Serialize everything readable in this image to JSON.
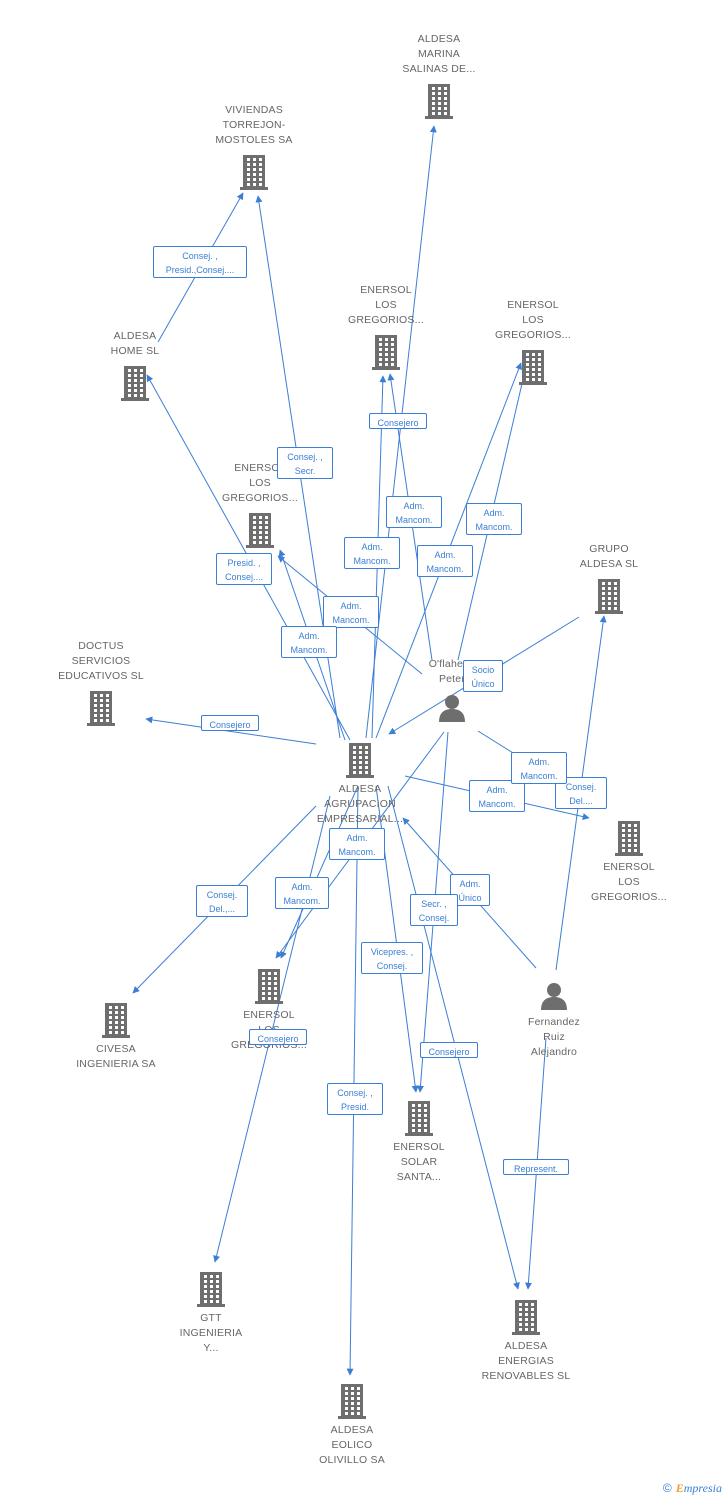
{
  "nodes": [
    {
      "id": "aldesa_agrupacion",
      "type": "company",
      "lines": [
        "ALDESA",
        "AGRUPACION",
        "EMPRESARIAL..."
      ]
    },
    {
      "id": "viviendas",
      "type": "company",
      "lines": [
        "VIVIENDAS",
        "TORREJON-",
        "MOSTOLES SA"
      ]
    },
    {
      "id": "aldesa_marina",
      "type": "company",
      "lines": [
        "ALDESA",
        "MARINA",
        "SALINAS DE..."
      ]
    },
    {
      "id": "aldesa_home",
      "type": "company",
      "lines": [
        "ALDESA",
        "HOME SL"
      ]
    },
    {
      "id": "enersol_1",
      "type": "company",
      "lines": [
        "ENERSOL",
        "LOS",
        "GREGORIOS..."
      ]
    },
    {
      "id": "enersol_2",
      "type": "company",
      "lines": [
        "ENERSOL",
        "LOS",
        "GREGORIOS..."
      ]
    },
    {
      "id": "enersol_3",
      "type": "company",
      "lines": [
        "ENERSOL",
        "LOS",
        "GREGORIOS..."
      ]
    },
    {
      "id": "grupo_aldesa",
      "type": "company",
      "lines": [
        "GRUPO",
        "ALDESA SL"
      ]
    },
    {
      "id": "doctus",
      "type": "company",
      "lines": [
        "DOCTUS",
        "SERVICIOS",
        "EDUCATIVOS SL"
      ]
    },
    {
      "id": "oflaherty",
      "type": "person",
      "lines": [
        "O'flaherty",
        "Peter"
      ]
    },
    {
      "id": "enersol_4",
      "type": "company",
      "lines": [
        "ENERSOL",
        "LOS",
        "GREGORIOS..."
      ]
    },
    {
      "id": "civesa",
      "type": "company",
      "lines": [
        "CIVESA",
        "INGENIERIA SA"
      ]
    },
    {
      "id": "enersol_5",
      "type": "company",
      "lines": [
        "ENERSOL",
        "LOS",
        "GREGORIOS..."
      ]
    },
    {
      "id": "fernandez",
      "type": "person",
      "lines": [
        "Fernandez",
        "Ruiz",
        "Alejandro"
      ]
    },
    {
      "id": "enersol_solar",
      "type": "company",
      "lines": [
        "ENERSOL",
        "SOLAR",
        "SANTA..."
      ]
    },
    {
      "id": "gtt",
      "type": "company",
      "lines": [
        "GTT",
        "INGENIERIA",
        "Y..."
      ]
    },
    {
      "id": "aldesa_energias",
      "type": "company",
      "lines": [
        "ALDESA",
        "ENERGIAS",
        "RENOVABLES SL"
      ]
    },
    {
      "id": "aldesa_eolico",
      "type": "company",
      "lines": [
        "ALDESA",
        "EOLICO",
        "OLIVILLO SA"
      ]
    }
  ],
  "edges": [
    {
      "from": "aldesa_agrupacion",
      "to": "viviendas",
      "role": [
        "Consej. ,",
        "Secr."
      ]
    },
    {
      "from": "aldesa_agrupacion",
      "to": "aldesa_marina",
      "role": [
        "Adm.",
        "Mancom."
      ]
    },
    {
      "from": "aldesa_agrupacion",
      "to": "aldesa_home",
      "role": [
        "Presid. ,",
        "Consej...."
      ]
    },
    {
      "from": "aldesa_home",
      "to": "viviendas",
      "role": [
        "Consej. ,",
        "Presid.,Consej...."
      ]
    },
    {
      "from": "aldesa_agrupacion",
      "to": "enersol_1",
      "role": [
        "Adm.",
        "Mancom."
      ]
    },
    {
      "from": "oflaherty",
      "to": "enersol_1",
      "role": [
        "Consejero"
      ]
    },
    {
      "from": "aldesa_agrupacion",
      "to": "enersol_2",
      "role": [
        "Adm.",
        "Mancom."
      ]
    },
    {
      "from": "oflaherty",
      "to": "enersol_2",
      "role": [
        "Adm.",
        "Mancom."
      ]
    },
    {
      "from": "aldesa_agrupacion",
      "to": "enersol_3",
      "role": [
        "Adm.",
        "Mancom."
      ]
    },
    {
      "from": "oflaherty",
      "to": "enersol_3",
      "role": [
        "Adm.",
        "Mancom."
      ]
    },
    {
      "from": "aldesa_agrupacion",
      "to": "doctus",
      "role": [
        "Consejero"
      ]
    },
    {
      "from": "oflaherty",
      "to": "aldesa_agrupacion",
      "role": [
        "Socio",
        "Único"
      ]
    },
    {
      "from": "fernandez",
      "to": "grupo_aldesa",
      "role": [
        "Consej.",
        "Del...."
      ]
    },
    {
      "from": "aldesa_agrupacion",
      "to": "enersol_4",
      "role": [
        "Adm.",
        "Mancom."
      ]
    },
    {
      "from": "oflaherty",
      "to": "enersol_4",
      "role": [
        "Adm.",
        "Mancom."
      ]
    },
    {
      "from": "aldesa_agrupacion",
      "to": "civesa",
      "role": [
        "Consej.",
        "Del.,..."
      ]
    },
    {
      "from": "aldesa_agrupacion",
      "to": "enersol_5",
      "role": [
        "Adm.",
        "Mancom."
      ]
    },
    {
      "from": "oflaherty",
      "to": "enersol_5",
      "role": [
        "Adm.",
        "Mancom."
      ]
    },
    {
      "from": "fernandez",
      "to": "aldesa_agrupacion",
      "role": [
        "Adm.",
        "Único"
      ]
    },
    {
      "from": "aldesa_agrupacion",
      "to": "enersol_solar",
      "role": [
        "Vicepres. ,",
        "Consej."
      ]
    },
    {
      "from": "oflaherty",
      "to": "enersol_solar",
      "role": [
        "Secr. ,",
        "Consej."
      ]
    },
    {
      "from": "aldesa_agrupacion",
      "to": "gtt",
      "role": [
        "Consejero"
      ]
    },
    {
      "from": "aldesa_agrupacion",
      "to": "aldesa_energias",
      "role": [
        "Consejero"
      ]
    },
    {
      "from": "fernandez",
      "to": "aldesa_energias",
      "role": [
        "Represent."
      ]
    },
    {
      "from": "aldesa_agrupacion",
      "to": "aldesa_eolico",
      "role": [
        "Consej. ,",
        "Presid."
      ]
    }
  ],
  "colors": {
    "edge": "#3a7fd5",
    "label": "#666666",
    "icon": "#6e6e6e",
    "watermark_brand": "#f0a030"
  },
  "icons": {
    "company": "building-icon",
    "person": "person-icon"
  },
  "watermark": {
    "copyright": "©",
    "brand_initial": "E",
    "brand_rest": "mpresia"
  }
}
